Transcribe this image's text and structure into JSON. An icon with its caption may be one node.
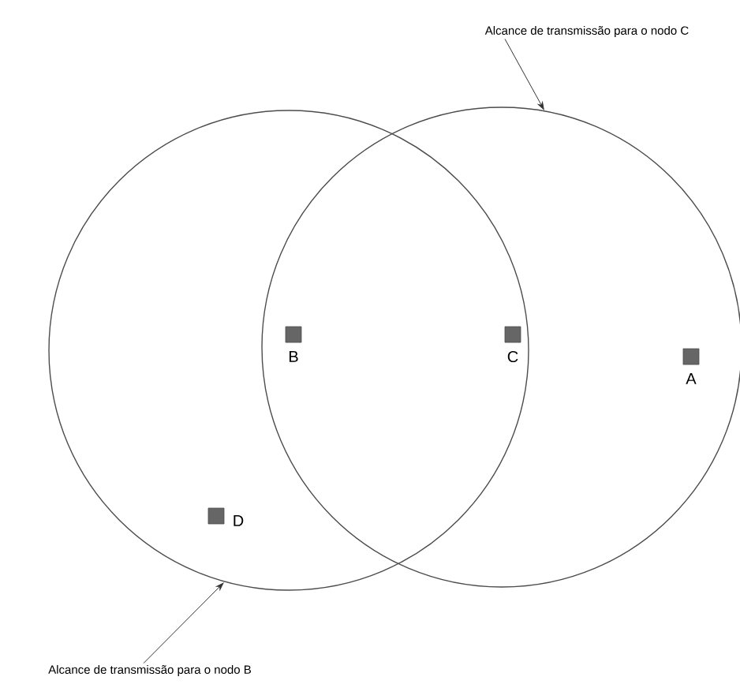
{
  "diagram": {
    "nodes": [
      {
        "text": [],
        "shape": "circle"
      },
      {
        "text": [],
        "shape": "circle"
      },
      {
        "text": [],
        "shape": "box",
        "beside": [
          "B"
        ]
      },
      {
        "text": [],
        "shape": "box",
        "beside": [
          "C"
        ]
      },
      {
        "text": [],
        "shape": "box",
        "beside": [
          "A"
        ],
        "in": 1
      },
      {
        "text": [],
        "shape": "box",
        "beside": [
          "D"
        ],
        "in": 0
      },
      {
        "text": [
          "Alcance de transmissão para o nodo C"
        ]
      },
      {
        "text": [
          "Alcance de transmissão para o nodo B"
        ]
      }
    ],
    "edges": [
      {
        "from": 6,
        "to": 1,
        "arrow": "to"
      },
      {
        "from": 7,
        "to": 0,
        "arrow": "to"
      }
    ]
  }
}
